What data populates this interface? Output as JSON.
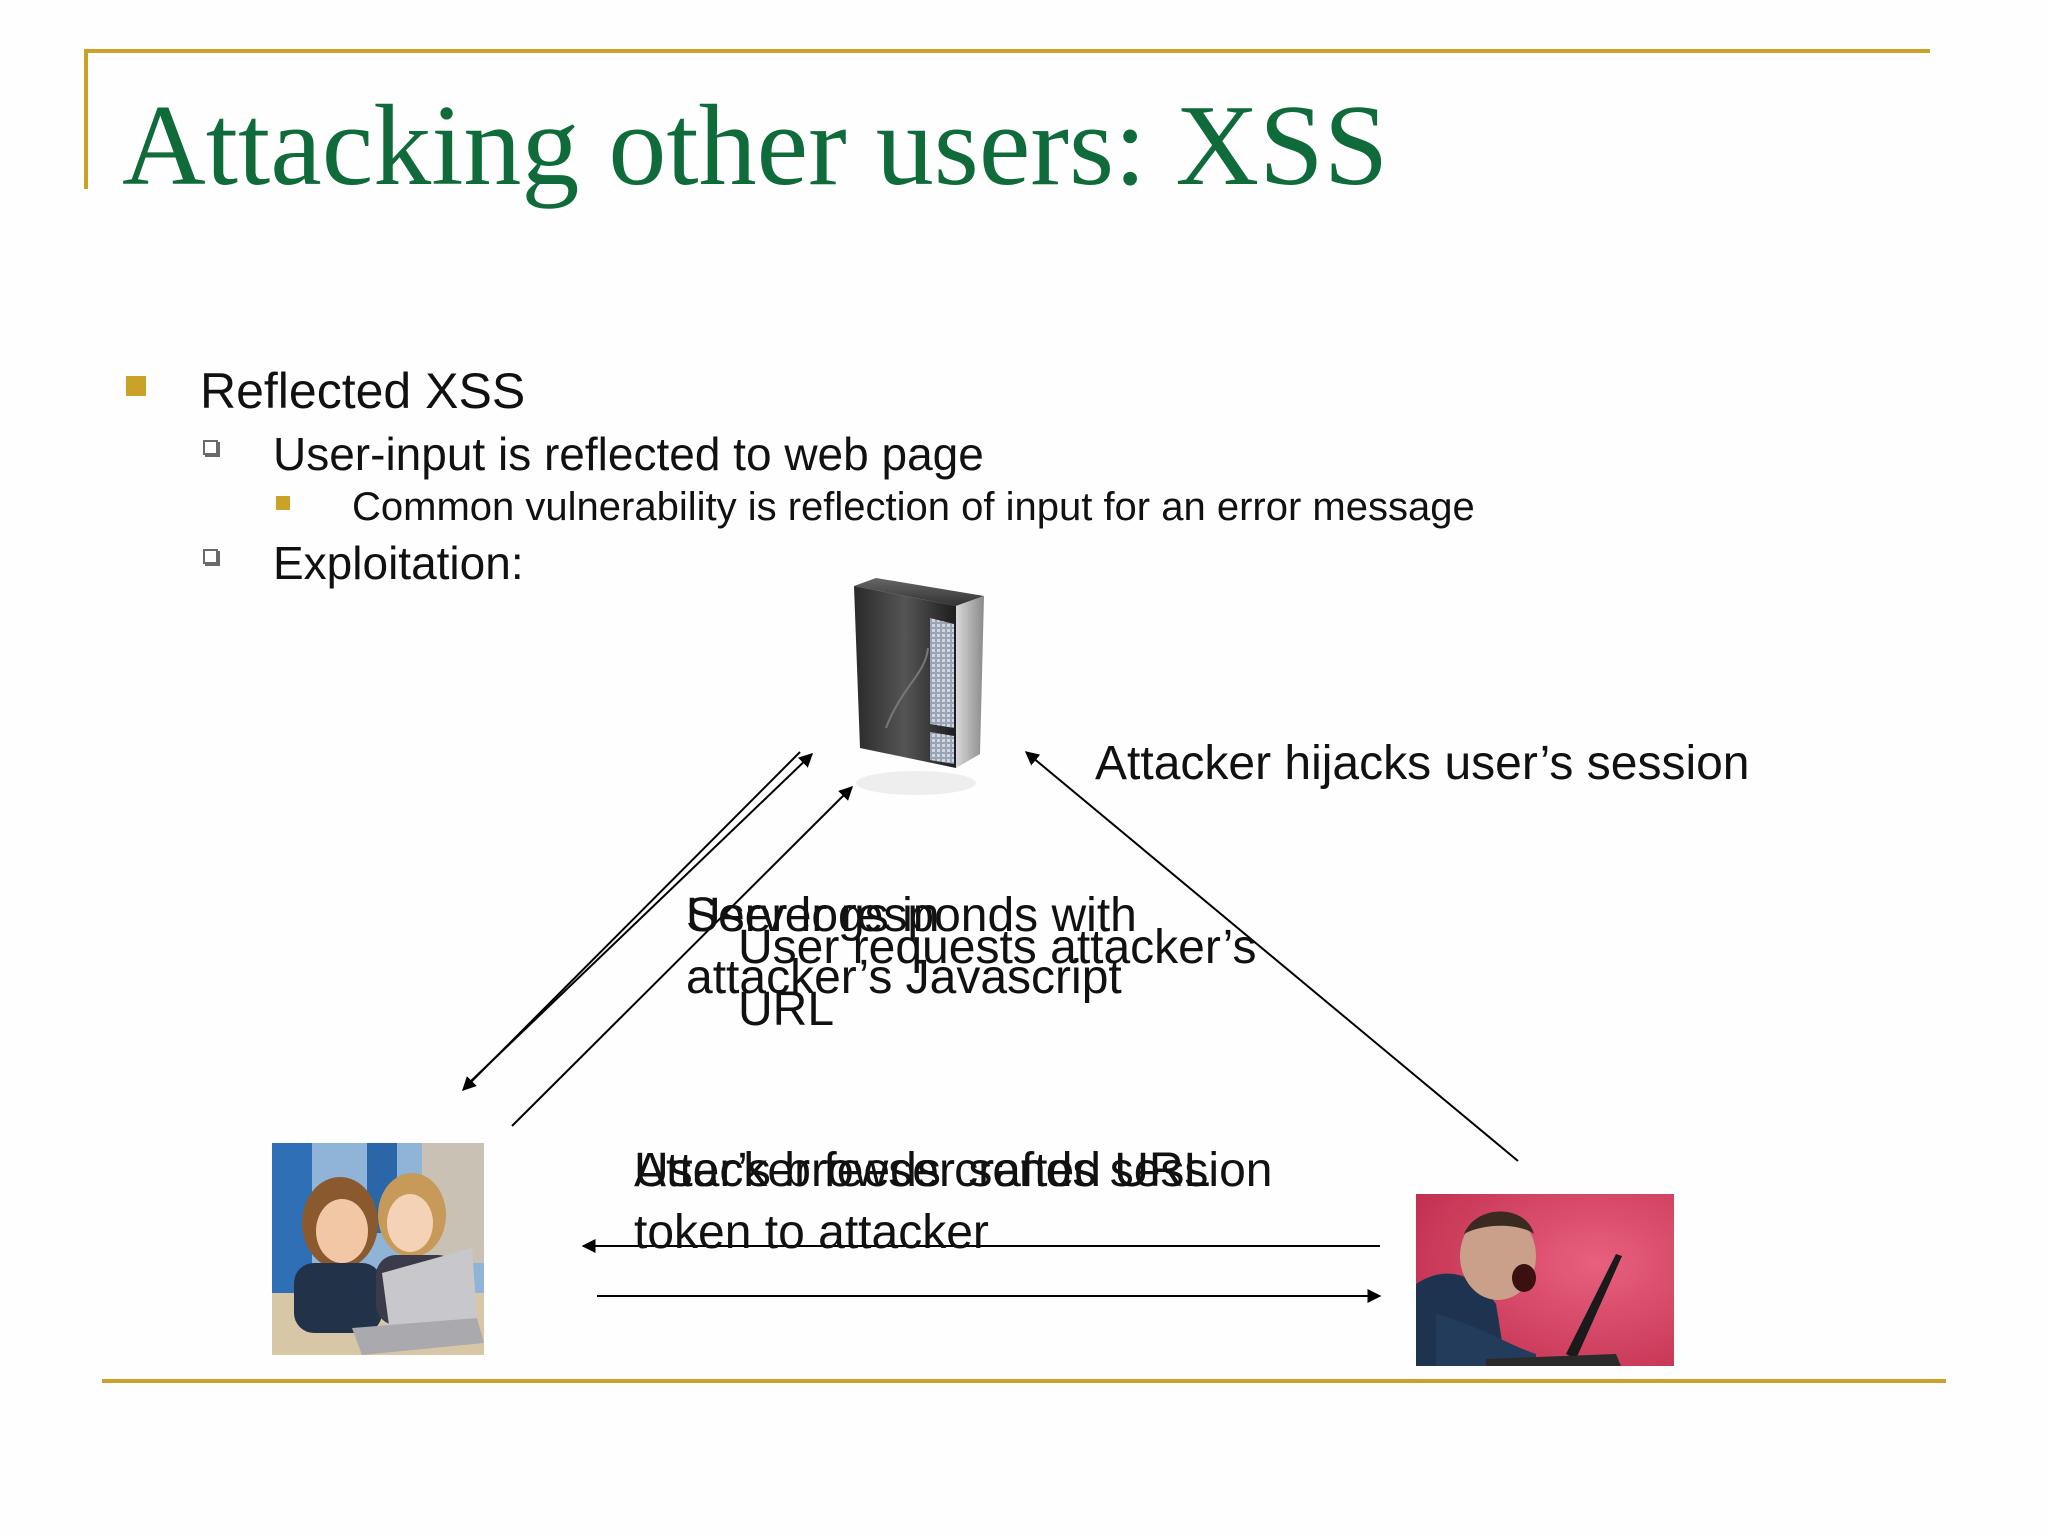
{
  "slide": {
    "title": "Attacking other users: XSS",
    "bullets": {
      "level1": "Reflected XSS",
      "level2a": "User-input is reflected to web page",
      "level3": "Common vulnerability is reflection of input for an error message",
      "level2b": "Exploitation:"
    },
    "diagram": {
      "attacker_hijacks": "Attacker hijacks user’s session",
      "user_logs_in": "User logs in",
      "server_responds_line1": "Server responds with",
      "server_responds_line2": "attacker’s Javascript",
      "user_requests_line1": "User requests attacker’s",
      "user_requests_line2": "URL",
      "attacker_feeds_url": "Attacker feeds crafted URL",
      "users_browser_line1": "User’s browser sends session",
      "users_browser_line2": "token to attacker",
      "icons": {
        "server": "server-tower-icon",
        "user": "users-at-laptop-photo",
        "attacker": "angry-attacker-photo"
      }
    },
    "colors": {
      "title": "#0f6b3a",
      "rule": "#c9a227",
      "text": "#111111"
    }
  }
}
